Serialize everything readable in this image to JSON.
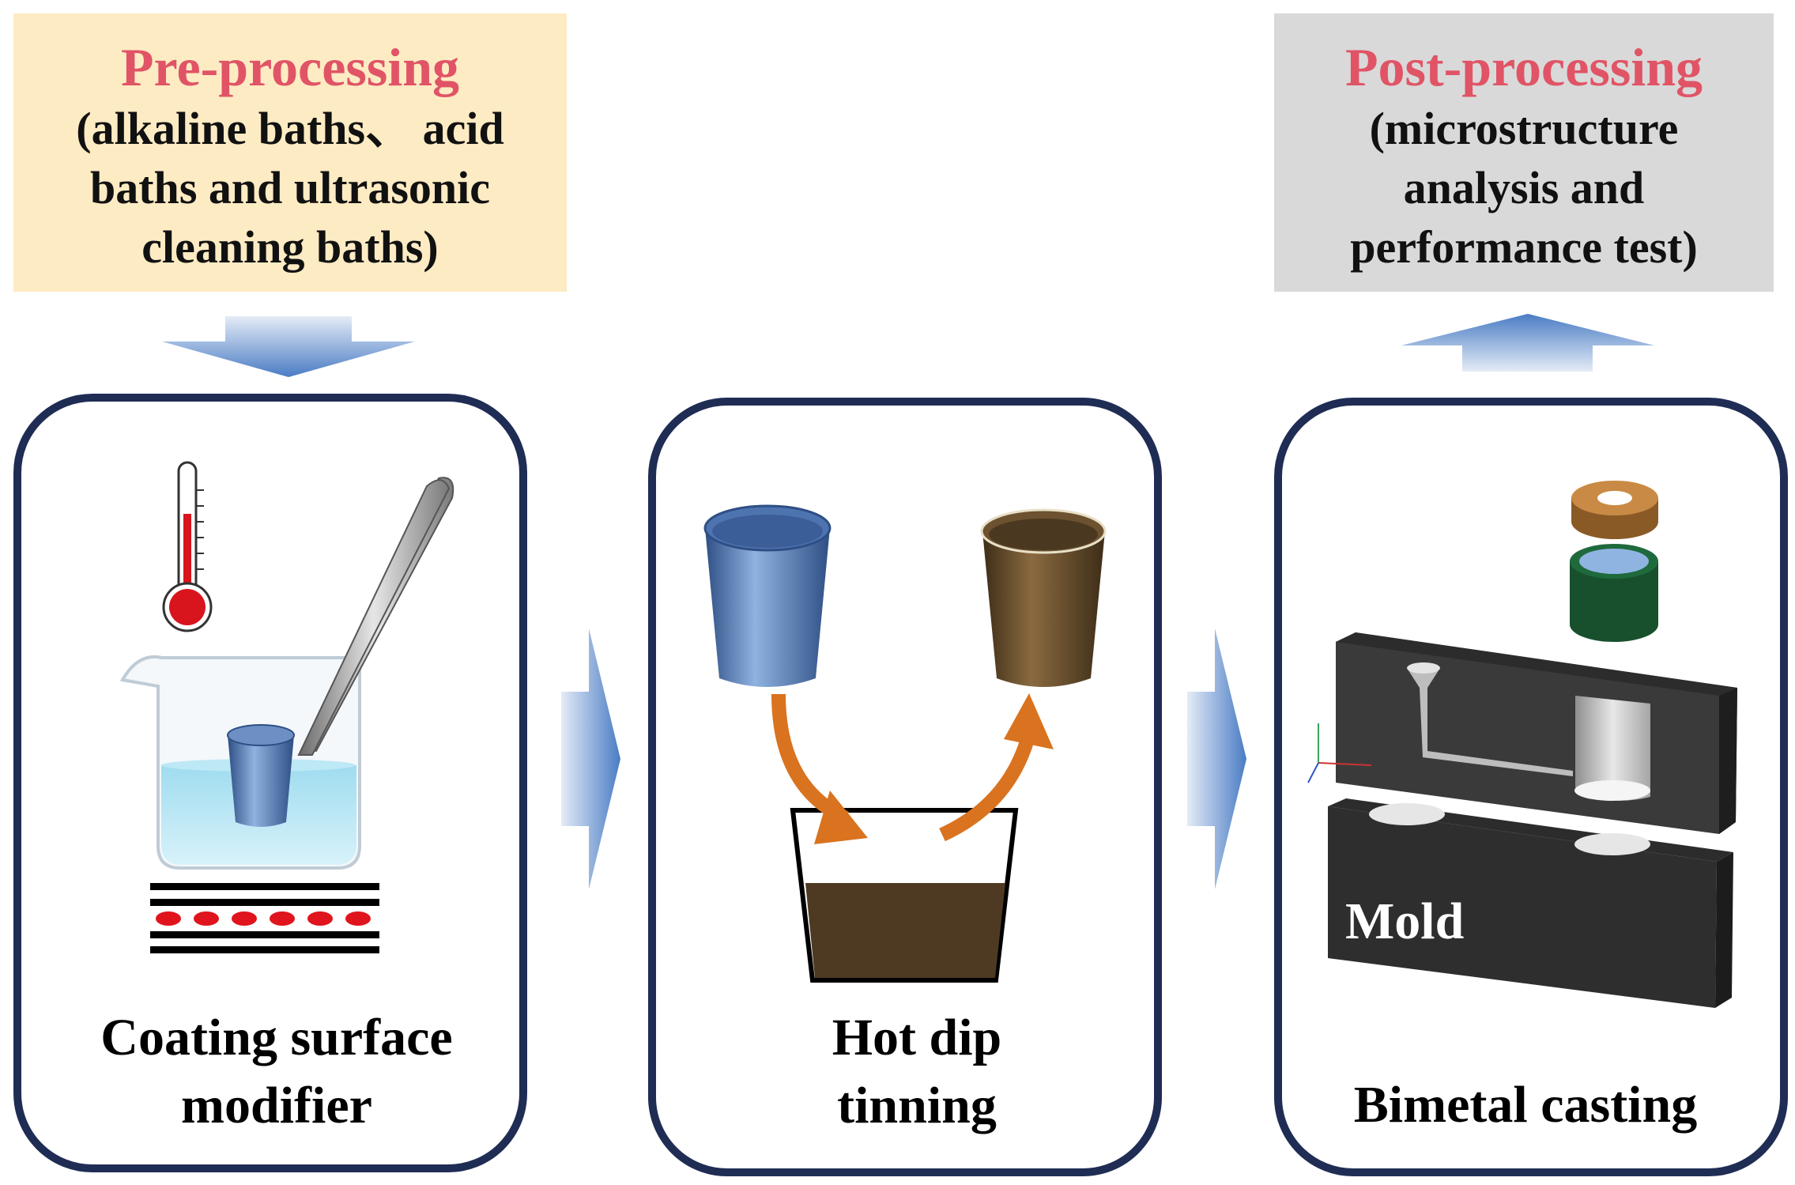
{
  "pre_processing": {
    "title": "Pre-processing",
    "description": "(alkaline baths、 acid\nbaths and ultrasonic\ncleaning baths)"
  },
  "post_processing": {
    "title": "Post-processing",
    "description": "(microstructure\nanalysis and\nperformance test)"
  },
  "steps": [
    {
      "label": "Coating surface\nmodifier"
    },
    {
      "label": "Hot dip\ntinning"
    },
    {
      "label": "Bimetal casting"
    }
  ],
  "mold_label": "Mold",
  "colors": {
    "heading": "#e05466",
    "pre_bg": "#fdebc3",
    "post_bg": "#d9d9d9",
    "panel_border": "#1f2d55",
    "arrow_blue": "#4a7cc4",
    "curve_orange": "#d9731f",
    "molten_tin": "#4e3a22"
  }
}
